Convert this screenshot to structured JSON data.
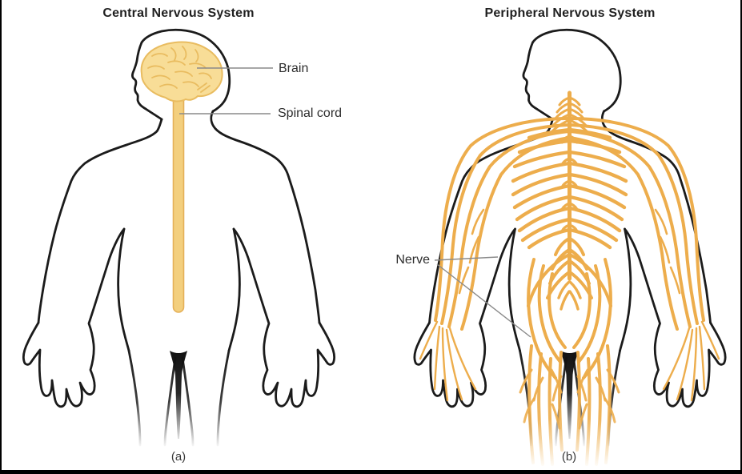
{
  "diagram": {
    "panel_a": {
      "title": "Central Nervous System",
      "caption": "(a)",
      "labels": {
        "brain": "Brain",
        "spinal_cord": "Spinal cord"
      }
    },
    "panel_b": {
      "title": "Peripheral Nervous System",
      "caption": "(b)",
      "labels": {
        "nerve": "Nerve"
      }
    },
    "colors": {
      "nerve": "#EDAD4C",
      "brain_fill": "#F8DD97",
      "brain_outline": "#E9BC60",
      "spinal_cord_fill": "#F3CF7E",
      "spinal_cord_outline": "#E5B058",
      "body_outline": "#1B1B1B",
      "leader_line": "#8A8A8A",
      "label_text": "#2D2D2D",
      "title_text": "#1F1F1F",
      "background": "#FFFFFF",
      "frame": "#000000"
    }
  }
}
